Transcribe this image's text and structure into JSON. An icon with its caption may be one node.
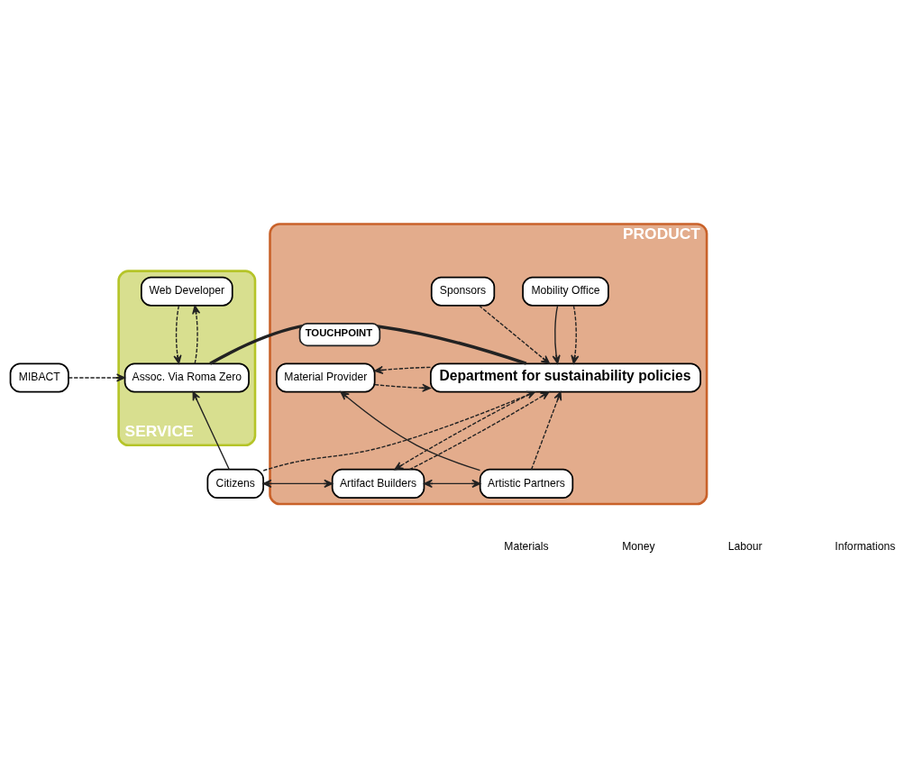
{
  "diagram": {
    "nodes": [
      {
        "text": [
          "SERVICE"
        ]
      },
      {
        "text": [
          "PRODUCT"
        ]
      },
      {
        "text": [
          "Web Developer"
        ],
        "in": 0
      },
      {
        "text": [
          "Assoc. Via Roma Zero"
        ],
        "in": 0
      },
      {
        "text": [
          "MIBACT"
        ]
      },
      {
        "text": [
          "Mobility Office"
        ],
        "in": 1
      },
      {
        "text": [
          "Sponsors"
        ],
        "in": 1
      },
      {
        "text": [
          "Department for sustainability policies"
        ],
        "in": 1
      },
      {
        "text": [
          "Material Provider"
        ],
        "in": 1
      },
      {
        "text": [
          "Citizens"
        ]
      },
      {
        "text": [
          "Artifact Builders"
        ],
        "in": 1
      },
      {
        "text": [
          "Artistic Partners"
        ],
        "in": 1
      }
    ],
    "edges": [
      {
        "from": 4,
        "to": 3,
        "arrow": "to",
        "style": "dashed"
      },
      {
        "from": 2,
        "to": 3,
        "arrow": "to",
        "style": "dashed"
      },
      {
        "from": 3,
        "to": 2,
        "arrow": "to",
        "style": "dashed"
      },
      {
        "from": 5,
        "to": 7,
        "arrow": "to"
      },
      {
        "from": 5,
        "to": 7,
        "arrow": "to",
        "style": "dashed"
      },
      {
        "from": 6,
        "to": 7,
        "arrow": "to",
        "style": "dashed"
      },
      {
        "from": 8,
        "to": 7,
        "arrow": "to",
        "style": "dashed"
      },
      {
        "from": 7,
        "to": 8,
        "arrow": "to",
        "style": "dashed"
      },
      {
        "from": 9,
        "to": 3,
        "arrow": "to"
      },
      {
        "from": 9,
        "to": 7,
        "arrow": "to",
        "style": "dashed"
      },
      {
        "from": 10,
        "to": 7,
        "arrow": "to",
        "style": "dashed"
      },
      {
        "from": 7,
        "to": 10,
        "arrow": "to",
        "style": "dashed"
      },
      {
        "from": 9,
        "to": 10,
        "arrow": "both"
      },
      {
        "from": 10,
        "to": 11,
        "arrow": "both"
      },
      {
        "from": 11,
        "to": 7,
        "arrow": "to",
        "style": "dashed"
      },
      {
        "from": 11,
        "to": 8,
        "arrow": "to"
      },
      {
        "from": 3,
        "to": 7,
        "arrow": "none",
        "label": "TOUCHPOINT",
        "style": "thick"
      }
    ],
    "labels": [
      "Materials",
      "Money",
      "Labour",
      "Informations"
    ]
  }
}
